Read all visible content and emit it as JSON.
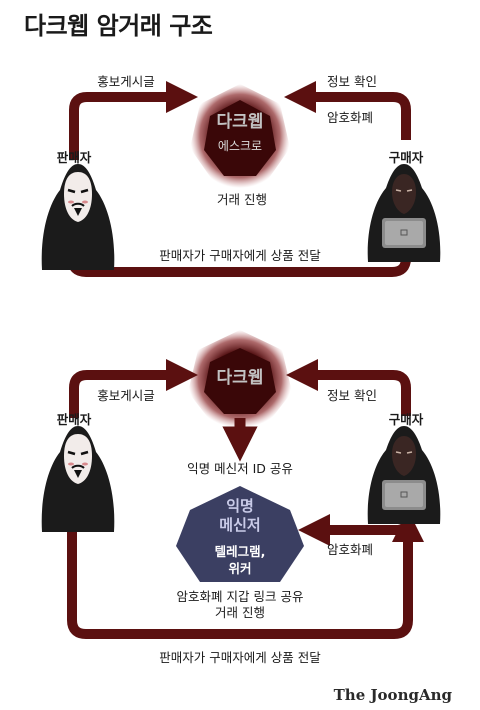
{
  "title": "다크웹 암거래 구조",
  "credit": "The JoongAng",
  "colors": {
    "arrow": "#5b1010",
    "darkweb_core": "#3a0708",
    "darkweb_glow": "#8a2a2c",
    "messenger": "#3b3f62",
    "messenger_label": "#c9cbe8",
    "text": "#1a1a1a"
  },
  "diagram1": {
    "darkweb_title": "다크웹",
    "darkweb_sub": "에스크로",
    "seller_label": "판매자",
    "buyer_label": "구매자",
    "arrow_seller_to_darkweb": "홍보게시글",
    "arrow_buyer_to_darkweb_line1": "정보 확인",
    "arrow_buyer_to_darkweb_line2": "암호화폐",
    "trade_label": "거래 진행",
    "bottom_arrow_label": "판매자가 구매자에게 상품 전달"
  },
  "diagram2": {
    "darkweb_title": "다크웹",
    "seller_label": "판매자",
    "buyer_label": "구매자",
    "arrow_seller_to_darkweb": "홍보게시글",
    "arrow_buyer_to_darkweb": "정보 확인",
    "id_share_label": "익명 메신저 ID 공유",
    "messenger_title_line1": "익명",
    "messenger_title_line2": "메신저",
    "messenger_sub_line1": "텔레그램,",
    "messenger_sub_line2": "위커",
    "arrow_buyer_to_messenger": "암호화폐",
    "wallet_label_line1": "암호화폐 지갑 링크 공유",
    "wallet_label_line2": "거래 진행",
    "bottom_arrow_label": "판매자가 구매자에게 상품 전달"
  }
}
